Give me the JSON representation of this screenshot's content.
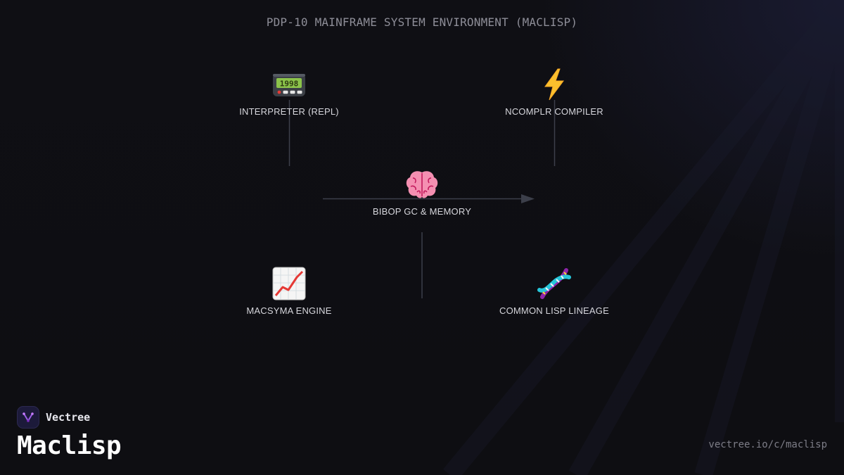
{
  "diagram": {
    "title": "PDP-10 MAINFRAME SYSTEM ENVIRONMENT (MACLISP)",
    "nodes": {
      "interpreter": {
        "label": "INTERPRETER (REPL)",
        "icon": "pager-icon"
      },
      "compiler": {
        "label": "NCOMPLR COMPILER",
        "icon": "lightning-icon"
      },
      "memory": {
        "label": "BIBOP GC & MEMORY",
        "icon": "brain-icon"
      },
      "macsyma": {
        "label": "MACSYMA ENGINE",
        "icon": "chart-increasing-icon"
      },
      "lineage": {
        "label": "COMMON LISP LINEAGE",
        "icon": "dna-icon"
      }
    }
  },
  "brand": {
    "name": "Vectree",
    "page_title": "Maclisp",
    "url": "vectree.io/c/maclisp"
  },
  "colors": {
    "background": "#0f0f13",
    "connector": "#3c3f4a",
    "text": "#d6d6dc",
    "logo_accent": "#9b5de5"
  }
}
